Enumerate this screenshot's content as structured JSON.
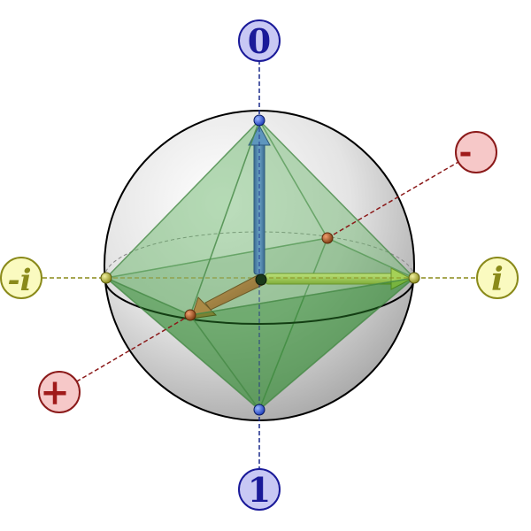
{
  "labels": {
    "zero": "0",
    "one": "1",
    "minus": "-",
    "plus": "+",
    "i": "i",
    "minus_i": "-i"
  },
  "colors": {
    "z_axis": "#1a2a8a",
    "x_axis": "#8b1a1a",
    "y_axis": "#8a8a1a",
    "zero_one_fill": "#c8c8f4",
    "zero_one_stroke": "#1a1a99",
    "plus_minus_fill": "#f6c8c8",
    "plus_minus_stroke": "#8b1a1a",
    "i_fill": "#fafac0",
    "i_stroke": "#8a8a1a",
    "octahedron": "#3a9a3a",
    "arrow_z": "#3a6fc4",
    "arrow_x": "#b06a2a",
    "arrow_y": "#a8c83a"
  },
  "icons": {
    "sphere": "bloch-sphere",
    "octahedron": "octahedron"
  }
}
